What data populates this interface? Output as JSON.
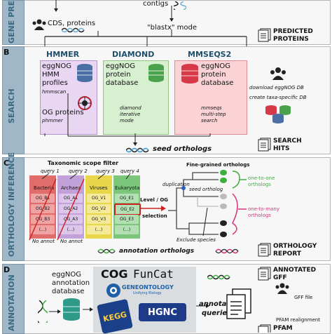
{
  "panel_a": {
    "side_label": "GENE PREDICTION",
    "contigs": "contigs",
    "cds": "CDS, proteins",
    "blastx": "\"blastx\" mode",
    "output": [
      "PREDICTED",
      "PROTEINS"
    ]
  },
  "panel_b": {
    "letter": "B",
    "side_label": "SEARCH",
    "hmmer": {
      "title": "HMMER",
      "text": [
        "eggNOG",
        "HMM",
        "profiles"
      ],
      "tool": "hmmscan",
      "og": "OG proteins",
      "og_tool": "phmmer"
    },
    "diamond": {
      "title": "DIAMOND",
      "text": [
        "eggNOG",
        "protein",
        "database"
      ],
      "mode": [
        "diamond",
        "iterative",
        "mode"
      ]
    },
    "mmseqs": {
      "title": "MMSEQS2",
      "text": [
        "eggNOG",
        "protein",
        "database"
      ],
      "mode": [
        "mmseqs",
        "multi-step",
        "search"
      ]
    },
    "download": "download eggNOG DB",
    "create": "create taxa-specific DB",
    "seed": "seed orthologs",
    "output": [
      "SEARCH",
      "HITS"
    ]
  },
  "panel_c": {
    "letter": "C",
    "side_label": "ORTHOLOGY INFERENCE",
    "scope_title": "Taxonomic scope filter",
    "queries": [
      "query 1",
      "query 2",
      "query 3",
      "query 4"
    ],
    "columns": [
      {
        "name": "Bacteria",
        "cells": [
          "OG_B1",
          "OG_B2",
          "OG_B3",
          "(...)"
        ],
        "note": "No annot"
      },
      {
        "name": "Archaea",
        "cells": [
          "OG_A1",
          "OG_A2",
          "OG_A3",
          "(...)"
        ],
        "note": "No annot"
      },
      {
        "name": "Viruses",
        "cells": [
          "OG_V1",
          "OG_V2",
          "OG_V3",
          "(...)"
        ],
        "note": ""
      },
      {
        "name": "Eukaryota",
        "cells": [
          "OG_E1",
          "OG_E2",
          "OG_E3",
          "(...)"
        ],
        "note": ""
      }
    ],
    "level": [
      "Level / OG",
      "selection"
    ],
    "fine": "Fine-grained orthologs",
    "duplication": "duplication",
    "seed_ortholog": "seed ortholog",
    "one_to_one": [
      "one-to-one",
      "orthologs"
    ],
    "one_to_many": [
      "one-to-many",
      "orthologs"
    ],
    "exclude": "Exclude species",
    "annotation_orthologs": "annotation orthologs",
    "output": [
      "ORTHOLOGY",
      "REPORT"
    ],
    "colors": {
      "bacteria": "#e06c6c",
      "archaea": "#c2a0d8",
      "viruses": "#e8d74a",
      "eukaryota": "#7bc67b",
      "highlight": "#cc2222",
      "pink": "#d6337a",
      "green": "#3fae3f"
    }
  },
  "panel_d": {
    "letter": "D",
    "side_label": "ANNOTATION",
    "db": [
      "eggNOG",
      "annotation",
      "database"
    ],
    "cog": "COG",
    "funcat": "FunCat",
    "geneontology": "GENEONTOLOGY",
    "geneontology_sub": "Unifying Biology",
    "hgnc": "HGNC",
    "kegg": "KEGG",
    "queries": [
      "annotated",
      "queries"
    ],
    "output": [
      "ANNOTATED",
      "GFF"
    ],
    "gff": "GFF file",
    "pfam": "PFAM realignment",
    "pfam_out": "PFAM"
  }
}
